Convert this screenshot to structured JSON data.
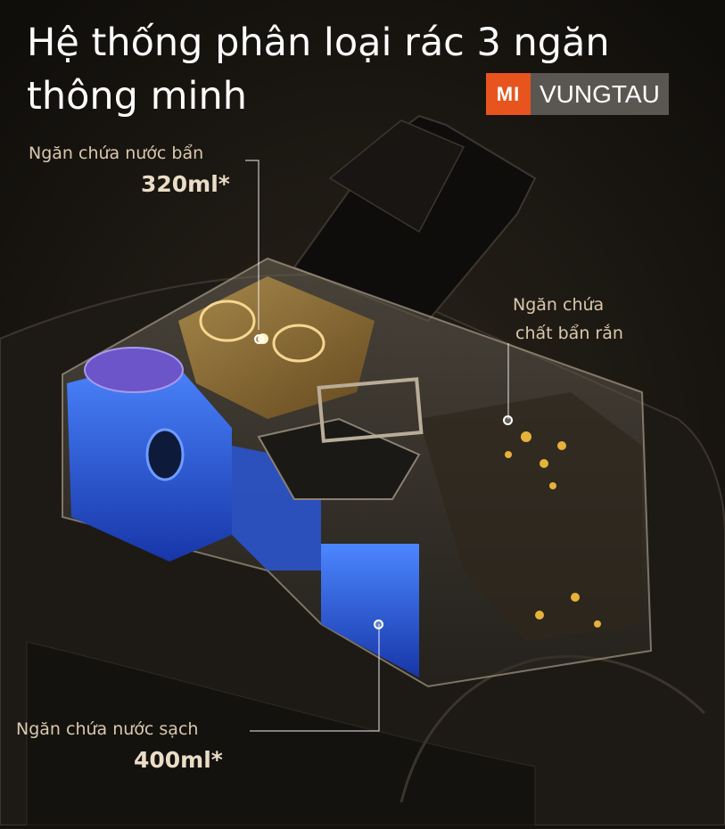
{
  "headline": {
    "line1": "Hệ thống phân loại rác 3 ngăn",
    "line2": "thông minh"
  },
  "logo": {
    "mark": "MI",
    "text": "VUNGTAU",
    "brand_color": "#e8541e"
  },
  "callouts": {
    "dirty_water": {
      "label": "Ngăn chứa nước bẩn",
      "value": "320ml*"
    },
    "solid_waste": {
      "line1": "Ngăn chứa",
      "line2": "chất bẩn rắn"
    },
    "clean_water": {
      "label": "Ngăn chứa nước sạch",
      "value": "400ml*"
    }
  },
  "colors": {
    "water": "#2c6bff",
    "dirt": "#e0a635",
    "accent_text": "#d9c8ac"
  }
}
